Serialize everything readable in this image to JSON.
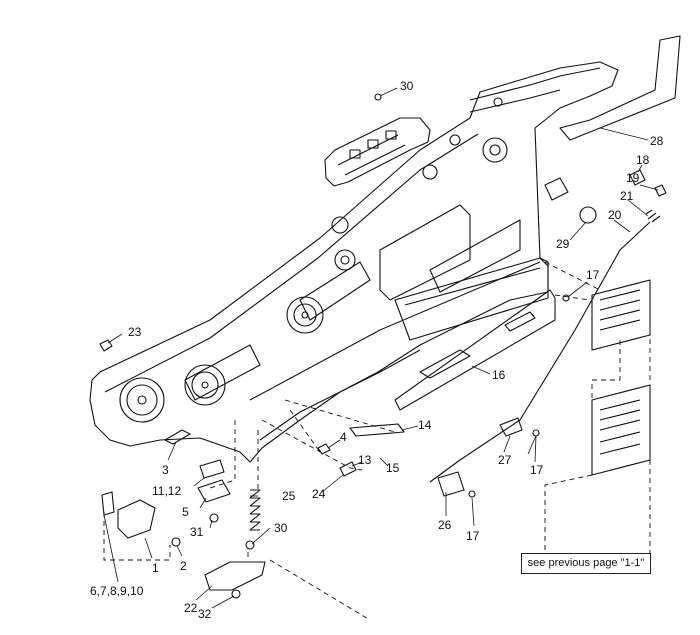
{
  "diagram": {
    "callouts": [
      "1",
      "2",
      "3",
      "4",
      "5",
      "6,7,8,9,10",
      "11,12",
      "13",
      "14",
      "15",
      "16",
      "17",
      "17",
      "17",
      "17",
      "18",
      "19",
      "20",
      "21",
      "22",
      "23",
      "24",
      "25",
      "26",
      "27",
      "28",
      "29",
      "30",
      "30",
      "31",
      "32"
    ],
    "note": "see previous page \"1-1\""
  }
}
